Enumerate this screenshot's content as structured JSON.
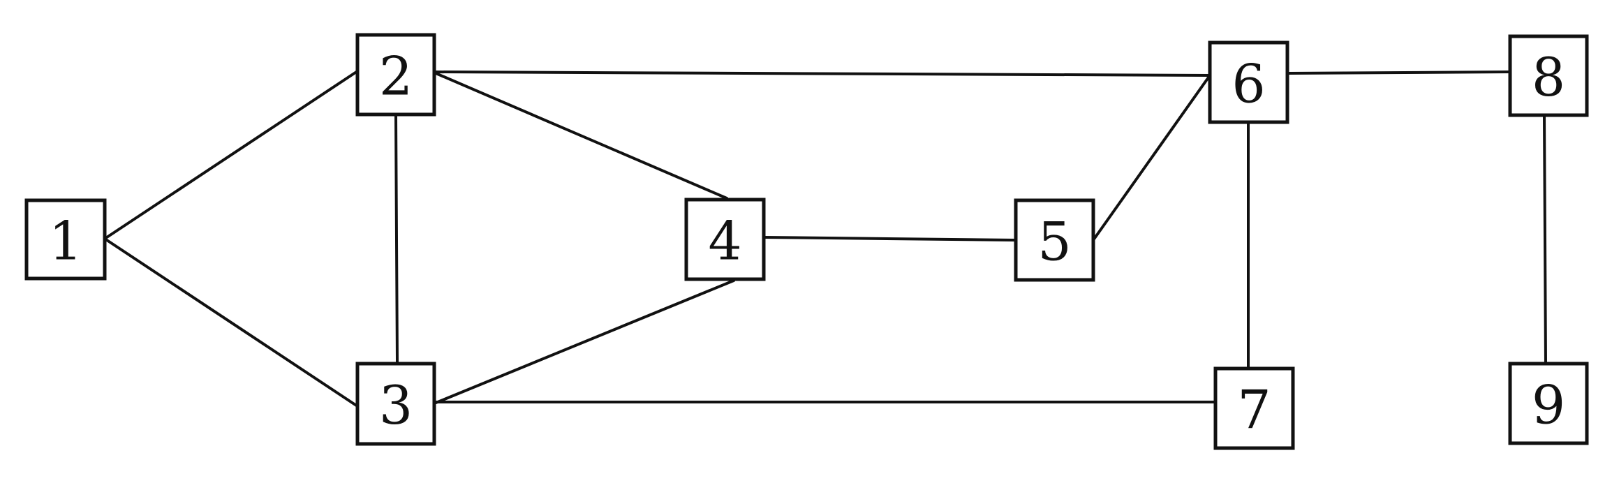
{
  "diagram": {
    "type": "undirected-graph",
    "colors": {
      "stroke": "#111111",
      "background": "#ffffff"
    },
    "nodes": [
      {
        "id": "1",
        "label": "1"
      },
      {
        "id": "2",
        "label": "2"
      },
      {
        "id": "3",
        "label": "3"
      },
      {
        "id": "4",
        "label": "4"
      },
      {
        "id": "5",
        "label": "5"
      },
      {
        "id": "6",
        "label": "6"
      },
      {
        "id": "7",
        "label": "7"
      },
      {
        "id": "8",
        "label": "8"
      },
      {
        "id": "9",
        "label": "9"
      }
    ],
    "edges": [
      {
        "from": "1",
        "to": "2"
      },
      {
        "from": "1",
        "to": "3"
      },
      {
        "from": "2",
        "to": "3"
      },
      {
        "from": "2",
        "to": "4"
      },
      {
        "from": "2",
        "to": "6"
      },
      {
        "from": "3",
        "to": "4"
      },
      {
        "from": "3",
        "to": "7"
      },
      {
        "from": "4",
        "to": "5"
      },
      {
        "from": "5",
        "to": "6"
      },
      {
        "from": "6",
        "to": "7"
      },
      {
        "from": "6",
        "to": "8"
      },
      {
        "from": "8",
        "to": "9"
      }
    ]
  }
}
